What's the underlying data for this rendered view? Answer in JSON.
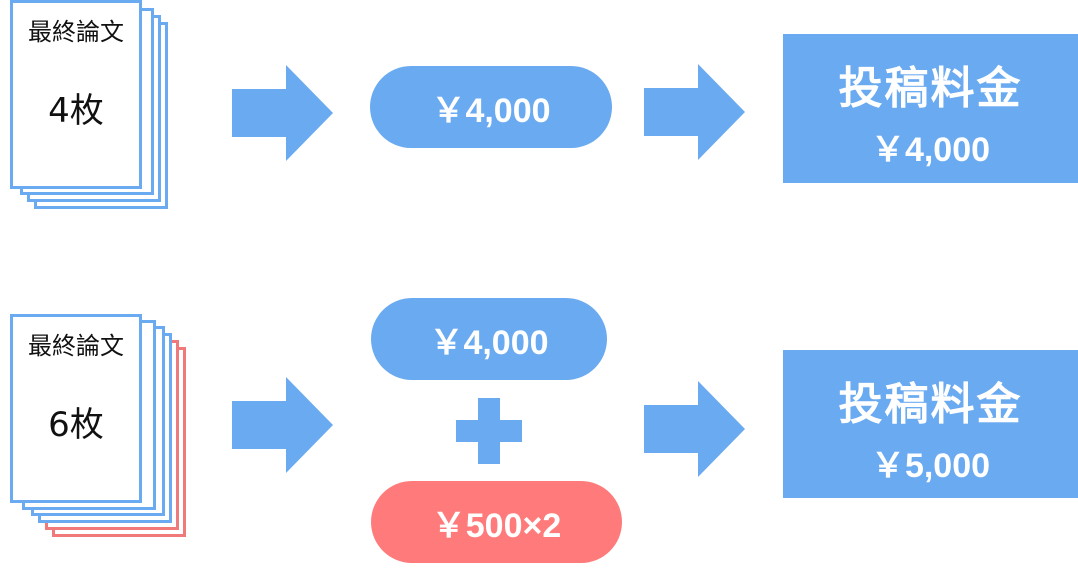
{
  "colors": {
    "blue": "#6aaaf0",
    "red": "#ff7a7a",
    "result_box": "#6aaaf0",
    "arrow": "#6aaaf0"
  },
  "row1": {
    "doc_title": "最終論文",
    "doc_count": "4枚",
    "fee_base": "￥4,000",
    "result_title": "投稿料金",
    "result_amount": "￥4,000"
  },
  "row2": {
    "doc_title": "最終論文",
    "doc_count": "6枚",
    "fee_base": "￥4,000",
    "fee_extra": "￥500×2",
    "result_title": "投稿料金",
    "result_amount": "￥5,000"
  }
}
